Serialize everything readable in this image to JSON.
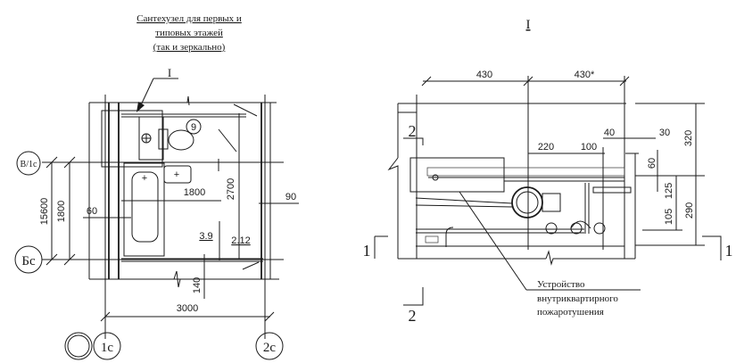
{
  "plan": {
    "title_lines": [
      "Сантехузел для первых и",
      "типовых этажей",
      "(так и зеркально)"
    ],
    "section_marker": "I",
    "axes": {
      "top_row": "В/1с",
      "bottom_row": "Бс",
      "left_col": "1с",
      "right_col": "2с"
    },
    "fixture_tag": "9",
    "dimensions": {
      "overall_height": "15600",
      "height": "1800",
      "bath_length": "1800",
      "diag": "2700",
      "wall_right": "90",
      "wall_left": "60",
      "bottom": "140",
      "width": "3000"
    },
    "room_labels": {
      "bathroom": "3.9",
      "toilet": "2.12"
    }
  },
  "detail": {
    "title": "I",
    "dimensions": {
      "left_span": "430",
      "right_span": "430*",
      "d40": "40",
      "d30": "30",
      "d220": "220",
      "d100": "100",
      "d60": "60",
      "d320": "320",
      "d125": "125",
      "d105": "105",
      "d290": "290"
    },
    "section_markers": {
      "s2_top": "2",
      "s2_bottom": "2",
      "s1_left": "1",
      "s1_right": "1"
    },
    "callout_lines": [
      "Устройство",
      "внутриквартирного",
      "пожаротушения"
    ]
  }
}
